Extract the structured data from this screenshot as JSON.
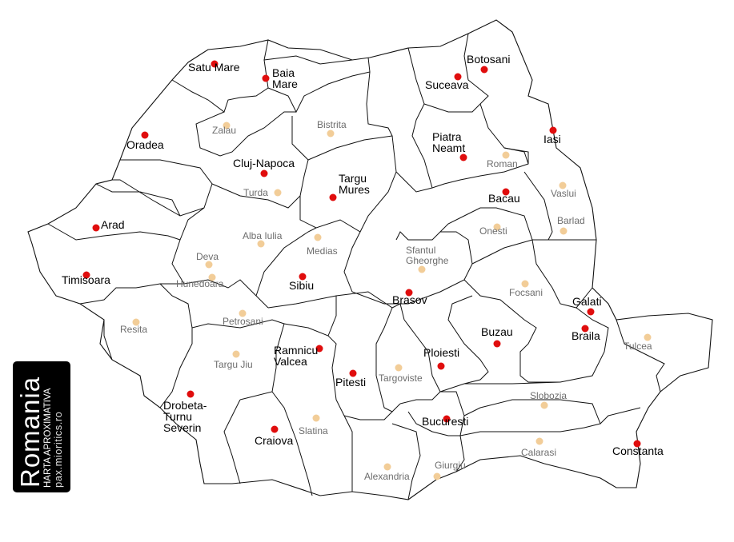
{
  "legend": {
    "title": "Romania",
    "subtitle": "HARTA APROXIMATIVA",
    "source": "pax.mioritics.ro"
  },
  "colors": {
    "major_dot": "#e00d0d",
    "minor_dot": "#f2cd98",
    "border": "#111111"
  },
  "major_cities": [
    {
      "name": "Satu Mare"
    },
    {
      "name": "Baia Mare"
    },
    {
      "name": "Oradea"
    },
    {
      "name": "Cluj-Napoca"
    },
    {
      "name": "Targu Mures"
    },
    {
      "name": "Arad"
    },
    {
      "name": "Timisoara"
    },
    {
      "name": "Sibiu"
    },
    {
      "name": "Brasov"
    },
    {
      "name": "Suceava"
    },
    {
      "name": "Botosani"
    },
    {
      "name": "Piatra Neamt"
    },
    {
      "name": "Iasi"
    },
    {
      "name": "Bacau"
    },
    {
      "name": "Galati"
    },
    {
      "name": "Braila"
    },
    {
      "name": "Buzau"
    },
    {
      "name": "Ploiesti"
    },
    {
      "name": "Ramnicu Valcea"
    },
    {
      "name": "Pitesti"
    },
    {
      "name": "Drobeta-Turnu Severin"
    },
    {
      "name": "Craiova"
    },
    {
      "name": "Bucuresti"
    },
    {
      "name": "Constanta"
    }
  ],
  "minor_cities": [
    {
      "name": "Zalau"
    },
    {
      "name": "Bistrita"
    },
    {
      "name": "Turda"
    },
    {
      "name": "Alba Iulia"
    },
    {
      "name": "Deva"
    },
    {
      "name": "Hunedoara"
    },
    {
      "name": "Medias"
    },
    {
      "name": "Sfantul Gheorghe"
    },
    {
      "name": "Roman"
    },
    {
      "name": "Vaslui"
    },
    {
      "name": "Onesti"
    },
    {
      "name": "Barlad"
    },
    {
      "name": "Focsani"
    },
    {
      "name": "Petrosani"
    },
    {
      "name": "Resita"
    },
    {
      "name": "Targu Jiu"
    },
    {
      "name": "Targoviste"
    },
    {
      "name": "Slobozia"
    },
    {
      "name": "Tulcea"
    },
    {
      "name": "Slatina"
    },
    {
      "name": "Calarasi"
    },
    {
      "name": "Giurgiu"
    },
    {
      "name": "Alexandria"
    }
  ]
}
